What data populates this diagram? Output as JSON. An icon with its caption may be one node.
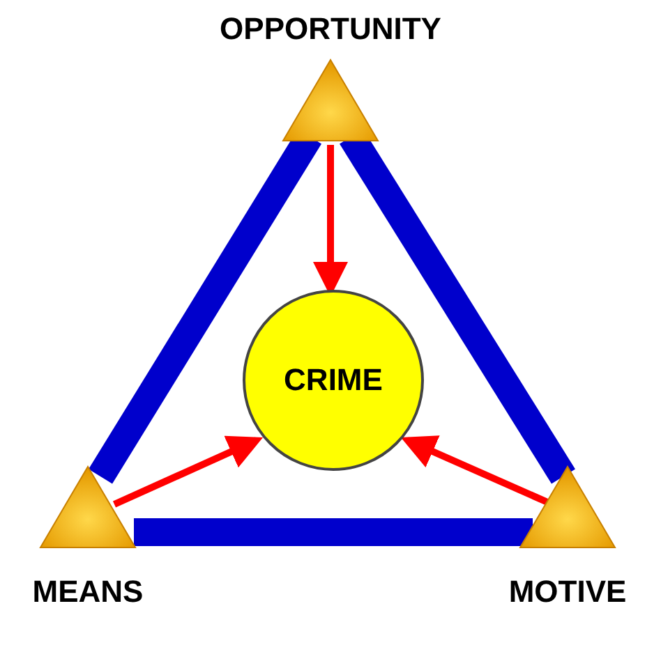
{
  "diagram": {
    "nodes": [
      {
        "text": [
          "OPPORTUNITY"
        ]
      },
      {
        "text": [
          "CRIME"
        ]
      },
      {
        "text": [
          "MEANS"
        ]
      },
      {
        "text": [
          "MOTIVE"
        ]
      }
    ],
    "edges": [
      {
        "from": 0,
        "to": 1,
        "arrow": "to",
        "color": "#ff0000"
      },
      {
        "from": 2,
        "to": 1,
        "arrow": "to",
        "color": "#ff0000"
      },
      {
        "from": 3,
        "to": 1,
        "arrow": "to",
        "color": "#ff0000"
      },
      {
        "from": 0,
        "to": 2,
        "arrow": "none",
        "style": "thick",
        "color": "#0000cc"
      },
      {
        "from": 0,
        "to": 3,
        "arrow": "none",
        "style": "thick",
        "color": "#0000cc"
      },
      {
        "from": 2,
        "to": 3,
        "arrow": "none",
        "style": "thick",
        "color": "#0000cc"
      }
    ]
  }
}
